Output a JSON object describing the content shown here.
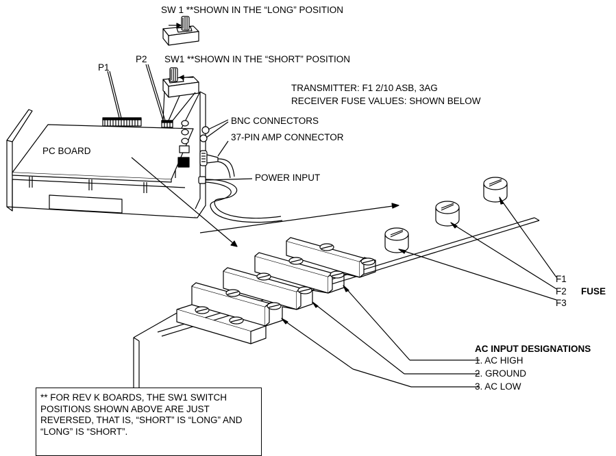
{
  "labels": {
    "sw1_long": "SW 1 **SHOWN IN THE “LONG” POSITION",
    "sw1_short": "SW1  **SHOWN IN THE “SHORT” POSITION",
    "p1": "P1",
    "p2": "P2",
    "transmitter": "TRANSMITTER: F1 2/10 ASB, 3AG",
    "receiver_fuse": "RECEIVER FUSE VALUES: SHOWN BELOW",
    "bnc": "BNC CONNECTORS",
    "amp": "37-PIN AMP CONNECTOR",
    "pc_board": "PC BOARD",
    "power_input": "POWER INPUT",
    "f1": "F1",
    "f2": "F2",
    "f3": "F3",
    "fuse": "FUSE",
    "ac_title": "AC INPUT DESIGNATIONS",
    "ac_high": "1. AC HIGH",
    "ground": "2. GROUND",
    "ac_low": "3. AC LOW"
  },
  "note": "** FOR REV K BOARDS, THE SW1 SWITCH POSITIONS SHOWN ABOVE ARE JUST REVERSED, THAT IS, “SHORT” IS “LONG” AND “LONG” IS “SHORT”."
}
